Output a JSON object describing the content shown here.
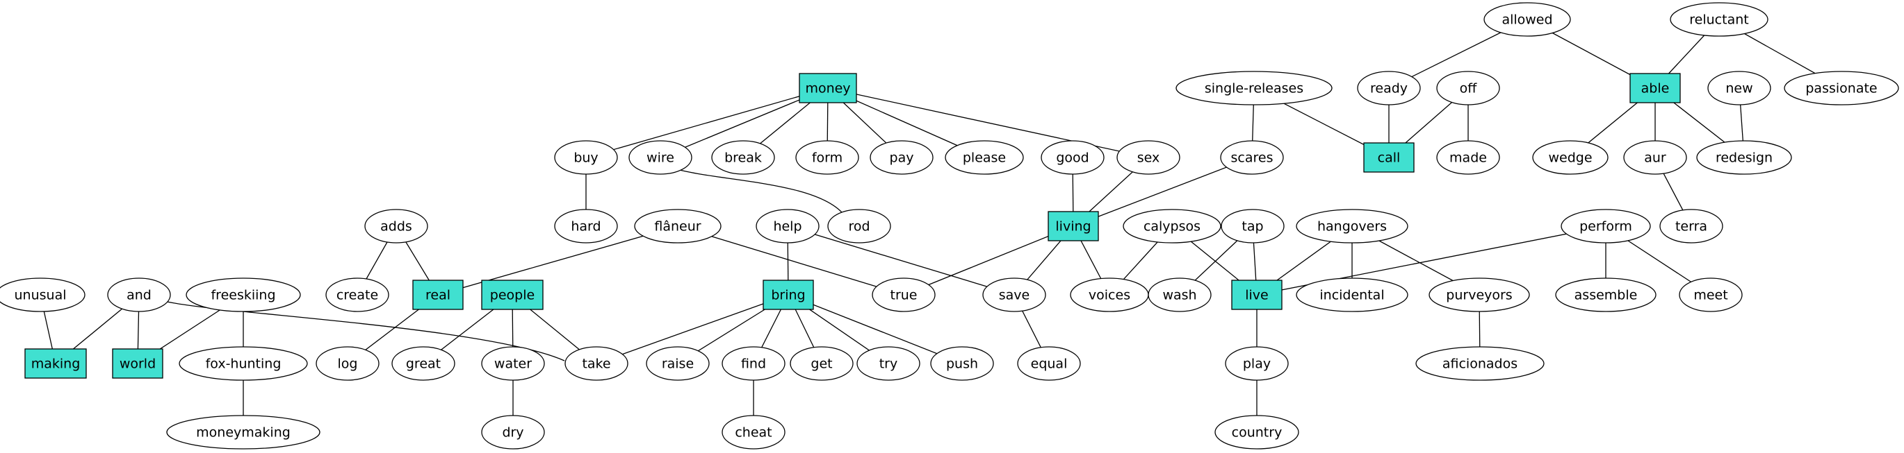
{
  "diagram": {
    "nodes": [
      {
        "id": "money",
        "label": "money",
        "shape": "box"
      },
      {
        "id": "buy",
        "label": "buy",
        "shape": "ellipse"
      },
      {
        "id": "wire",
        "label": "wire",
        "shape": "ellipse"
      },
      {
        "id": "break",
        "label": "break",
        "shape": "ellipse"
      },
      {
        "id": "form",
        "label": "form",
        "shape": "ellipse"
      },
      {
        "id": "pay",
        "label": "pay",
        "shape": "ellipse"
      },
      {
        "id": "please",
        "label": "please",
        "shape": "ellipse"
      },
      {
        "id": "sex",
        "label": "sex",
        "shape": "ellipse"
      },
      {
        "id": "good",
        "label": "good",
        "shape": "ellipse"
      },
      {
        "id": "hard",
        "label": "hard",
        "shape": "ellipse"
      },
      {
        "id": "rod",
        "label": "rod",
        "shape": "ellipse"
      },
      {
        "id": "single-releases",
        "label": "single-releases",
        "shape": "ellipse"
      },
      {
        "id": "scares",
        "label": "scares",
        "shape": "ellipse"
      },
      {
        "id": "living",
        "label": "living",
        "shape": "box"
      },
      {
        "id": "allowed",
        "label": "allowed",
        "shape": "ellipse"
      },
      {
        "id": "ready",
        "label": "ready",
        "shape": "ellipse"
      },
      {
        "id": "off",
        "label": "off",
        "shape": "ellipse"
      },
      {
        "id": "made",
        "label": "made",
        "shape": "ellipse"
      },
      {
        "id": "call",
        "label": "call",
        "shape": "box"
      },
      {
        "id": "reluctant",
        "label": "reluctant",
        "shape": "ellipse"
      },
      {
        "id": "able",
        "label": "able",
        "shape": "box"
      },
      {
        "id": "passionate",
        "label": "passionate",
        "shape": "ellipse"
      },
      {
        "id": "new",
        "label": "new",
        "shape": "ellipse"
      },
      {
        "id": "wedge",
        "label": "wedge",
        "shape": "ellipse"
      },
      {
        "id": "aur",
        "label": "aur",
        "shape": "ellipse"
      },
      {
        "id": "redesign",
        "label": "redesign",
        "shape": "ellipse"
      },
      {
        "id": "terra",
        "label": "terra",
        "shape": "ellipse"
      },
      {
        "id": "adds",
        "label": "adds",
        "shape": "ellipse"
      },
      {
        "id": "create",
        "label": "create",
        "shape": "ellipse"
      },
      {
        "id": "real",
        "label": "real",
        "shape": "box"
      },
      {
        "id": "log",
        "label": "log",
        "shape": "ellipse"
      },
      {
        "id": "flaneur",
        "label": "flâneur",
        "shape": "ellipse"
      },
      {
        "id": "true",
        "label": "true",
        "shape": "ellipse"
      },
      {
        "id": "help",
        "label": "help",
        "shape": "ellipse"
      },
      {
        "id": "bring",
        "label": "bring",
        "shape": "box"
      },
      {
        "id": "save",
        "label": "save",
        "shape": "ellipse"
      },
      {
        "id": "equal",
        "label": "equal",
        "shape": "ellipse"
      },
      {
        "id": "voices",
        "label": "voices",
        "shape": "ellipse"
      },
      {
        "id": "calypsos",
        "label": "calypsos",
        "shape": "ellipse"
      },
      {
        "id": "tap",
        "label": "tap",
        "shape": "ellipse"
      },
      {
        "id": "wash",
        "label": "wash",
        "shape": "ellipse"
      },
      {
        "id": "live",
        "label": "live",
        "shape": "box"
      },
      {
        "id": "hangovers",
        "label": "hangovers",
        "shape": "ellipse"
      },
      {
        "id": "incidental",
        "label": "incidental",
        "shape": "ellipse"
      },
      {
        "id": "purveyors",
        "label": "purveyors",
        "shape": "ellipse"
      },
      {
        "id": "aficionados",
        "label": "aficionados",
        "shape": "ellipse"
      },
      {
        "id": "perform",
        "label": "perform",
        "shape": "ellipse"
      },
      {
        "id": "assemble",
        "label": "assemble",
        "shape": "ellipse"
      },
      {
        "id": "meet",
        "label": "meet",
        "shape": "ellipse"
      },
      {
        "id": "play",
        "label": "play",
        "shape": "ellipse"
      },
      {
        "id": "country",
        "label": "country",
        "shape": "ellipse"
      },
      {
        "id": "unusual",
        "label": "unusual",
        "shape": "ellipse"
      },
      {
        "id": "and",
        "label": "and",
        "shape": "ellipse"
      },
      {
        "id": "freeskiing",
        "label": "freeskiing",
        "shape": "ellipse"
      },
      {
        "id": "making",
        "label": "making",
        "shape": "box"
      },
      {
        "id": "world",
        "label": "world",
        "shape": "box"
      },
      {
        "id": "fox-hunting",
        "label": "fox-hunting",
        "shape": "ellipse"
      },
      {
        "id": "moneymaking",
        "label": "moneymaking",
        "shape": "ellipse"
      },
      {
        "id": "people",
        "label": "people",
        "shape": "box"
      },
      {
        "id": "great",
        "label": "great",
        "shape": "ellipse"
      },
      {
        "id": "water",
        "label": "water",
        "shape": "ellipse"
      },
      {
        "id": "dry",
        "label": "dry",
        "shape": "ellipse"
      },
      {
        "id": "take",
        "label": "take",
        "shape": "ellipse"
      },
      {
        "id": "raise",
        "label": "raise",
        "shape": "ellipse"
      },
      {
        "id": "find",
        "label": "find",
        "shape": "ellipse"
      },
      {
        "id": "cheat",
        "label": "cheat",
        "shape": "ellipse"
      },
      {
        "id": "get",
        "label": "get",
        "shape": "ellipse"
      },
      {
        "id": "try",
        "label": "try",
        "shape": "ellipse"
      },
      {
        "id": "push",
        "label": "push",
        "shape": "ellipse"
      }
    ],
    "edges": [
      [
        "money",
        "buy"
      ],
      [
        "money",
        "wire"
      ],
      [
        "money",
        "break"
      ],
      [
        "money",
        "form"
      ],
      [
        "money",
        "pay"
      ],
      [
        "money",
        "please"
      ],
      [
        "money",
        "sex"
      ],
      [
        "buy",
        "hard"
      ],
      [
        "wire",
        "rod"
      ],
      [
        "good",
        "living"
      ],
      [
        "sex",
        "living"
      ],
      [
        "scares",
        "living"
      ],
      [
        "single-releases",
        "scares"
      ],
      [
        "single-releases",
        "call"
      ],
      [
        "allowed",
        "ready"
      ],
      [
        "allowed",
        "able"
      ],
      [
        "ready",
        "call"
      ],
      [
        "off",
        "call"
      ],
      [
        "off",
        "made"
      ],
      [
        "reluctant",
        "able"
      ],
      [
        "reluctant",
        "passionate"
      ],
      [
        "able",
        "wedge"
      ],
      [
        "able",
        "aur"
      ],
      [
        "able",
        "redesign"
      ],
      [
        "new",
        "redesign"
      ],
      [
        "aur",
        "terra"
      ],
      [
        "adds",
        "create"
      ],
      [
        "adds",
        "real"
      ],
      [
        "flaneur",
        "real"
      ],
      [
        "flaneur",
        "true"
      ],
      [
        "real",
        "log"
      ],
      [
        "help",
        "bring"
      ],
      [
        "help",
        "save"
      ],
      [
        "living",
        "true"
      ],
      [
        "living",
        "save"
      ],
      [
        "living",
        "voices"
      ],
      [
        "save",
        "equal"
      ],
      [
        "calypsos",
        "voices"
      ],
      [
        "calypsos",
        "live"
      ],
      [
        "tap",
        "wash"
      ],
      [
        "tap",
        "live"
      ],
      [
        "hangovers",
        "live"
      ],
      [
        "hangovers",
        "incidental"
      ],
      [
        "hangovers",
        "purveyors"
      ],
      [
        "purveyors",
        "aficionados"
      ],
      [
        "perform",
        "live"
      ],
      [
        "perform",
        "assemble"
      ],
      [
        "perform",
        "meet"
      ],
      [
        "live",
        "play"
      ],
      [
        "play",
        "country"
      ],
      [
        "unusual",
        "making"
      ],
      [
        "and",
        "making"
      ],
      [
        "and",
        "world"
      ],
      [
        "and",
        "take"
      ],
      [
        "freeskiing",
        "world"
      ],
      [
        "freeskiing",
        "fox-hunting"
      ],
      [
        "fox-hunting",
        "moneymaking"
      ],
      [
        "people",
        "great"
      ],
      [
        "people",
        "water"
      ],
      [
        "people",
        "take"
      ],
      [
        "water",
        "dry"
      ],
      [
        "bring",
        "take"
      ],
      [
        "bring",
        "raise"
      ],
      [
        "bring",
        "find"
      ],
      [
        "bring",
        "get"
      ],
      [
        "bring",
        "try"
      ],
      [
        "bring",
        "push"
      ],
      [
        "find",
        "cheat"
      ]
    ]
  }
}
